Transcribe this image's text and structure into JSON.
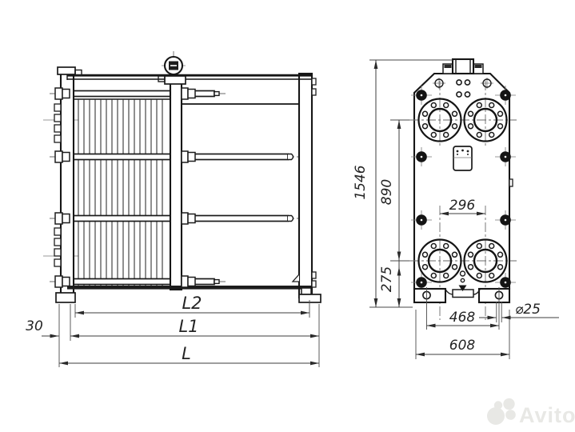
{
  "colors": {
    "line": "#161616",
    "dim_line": "#3d3d3d",
    "centerline": "#6a6a6a",
    "watermark": "#e8e8e5"
  },
  "side_view": {
    "dimensions": {
      "l2": "L2",
      "l1": "L1",
      "l": "L",
      "left_offset": "30"
    }
  },
  "front_view": {
    "dimensions": {
      "total_height": "1546",
      "upper_ports_height": "890",
      "lower_ports_height": "275",
      "ports_spacing": "296",
      "feet_holes_spacing": "468",
      "foot_hole_diameter": "⌀25",
      "total_width": "608"
    }
  },
  "watermark": {
    "brand": "Avito"
  }
}
